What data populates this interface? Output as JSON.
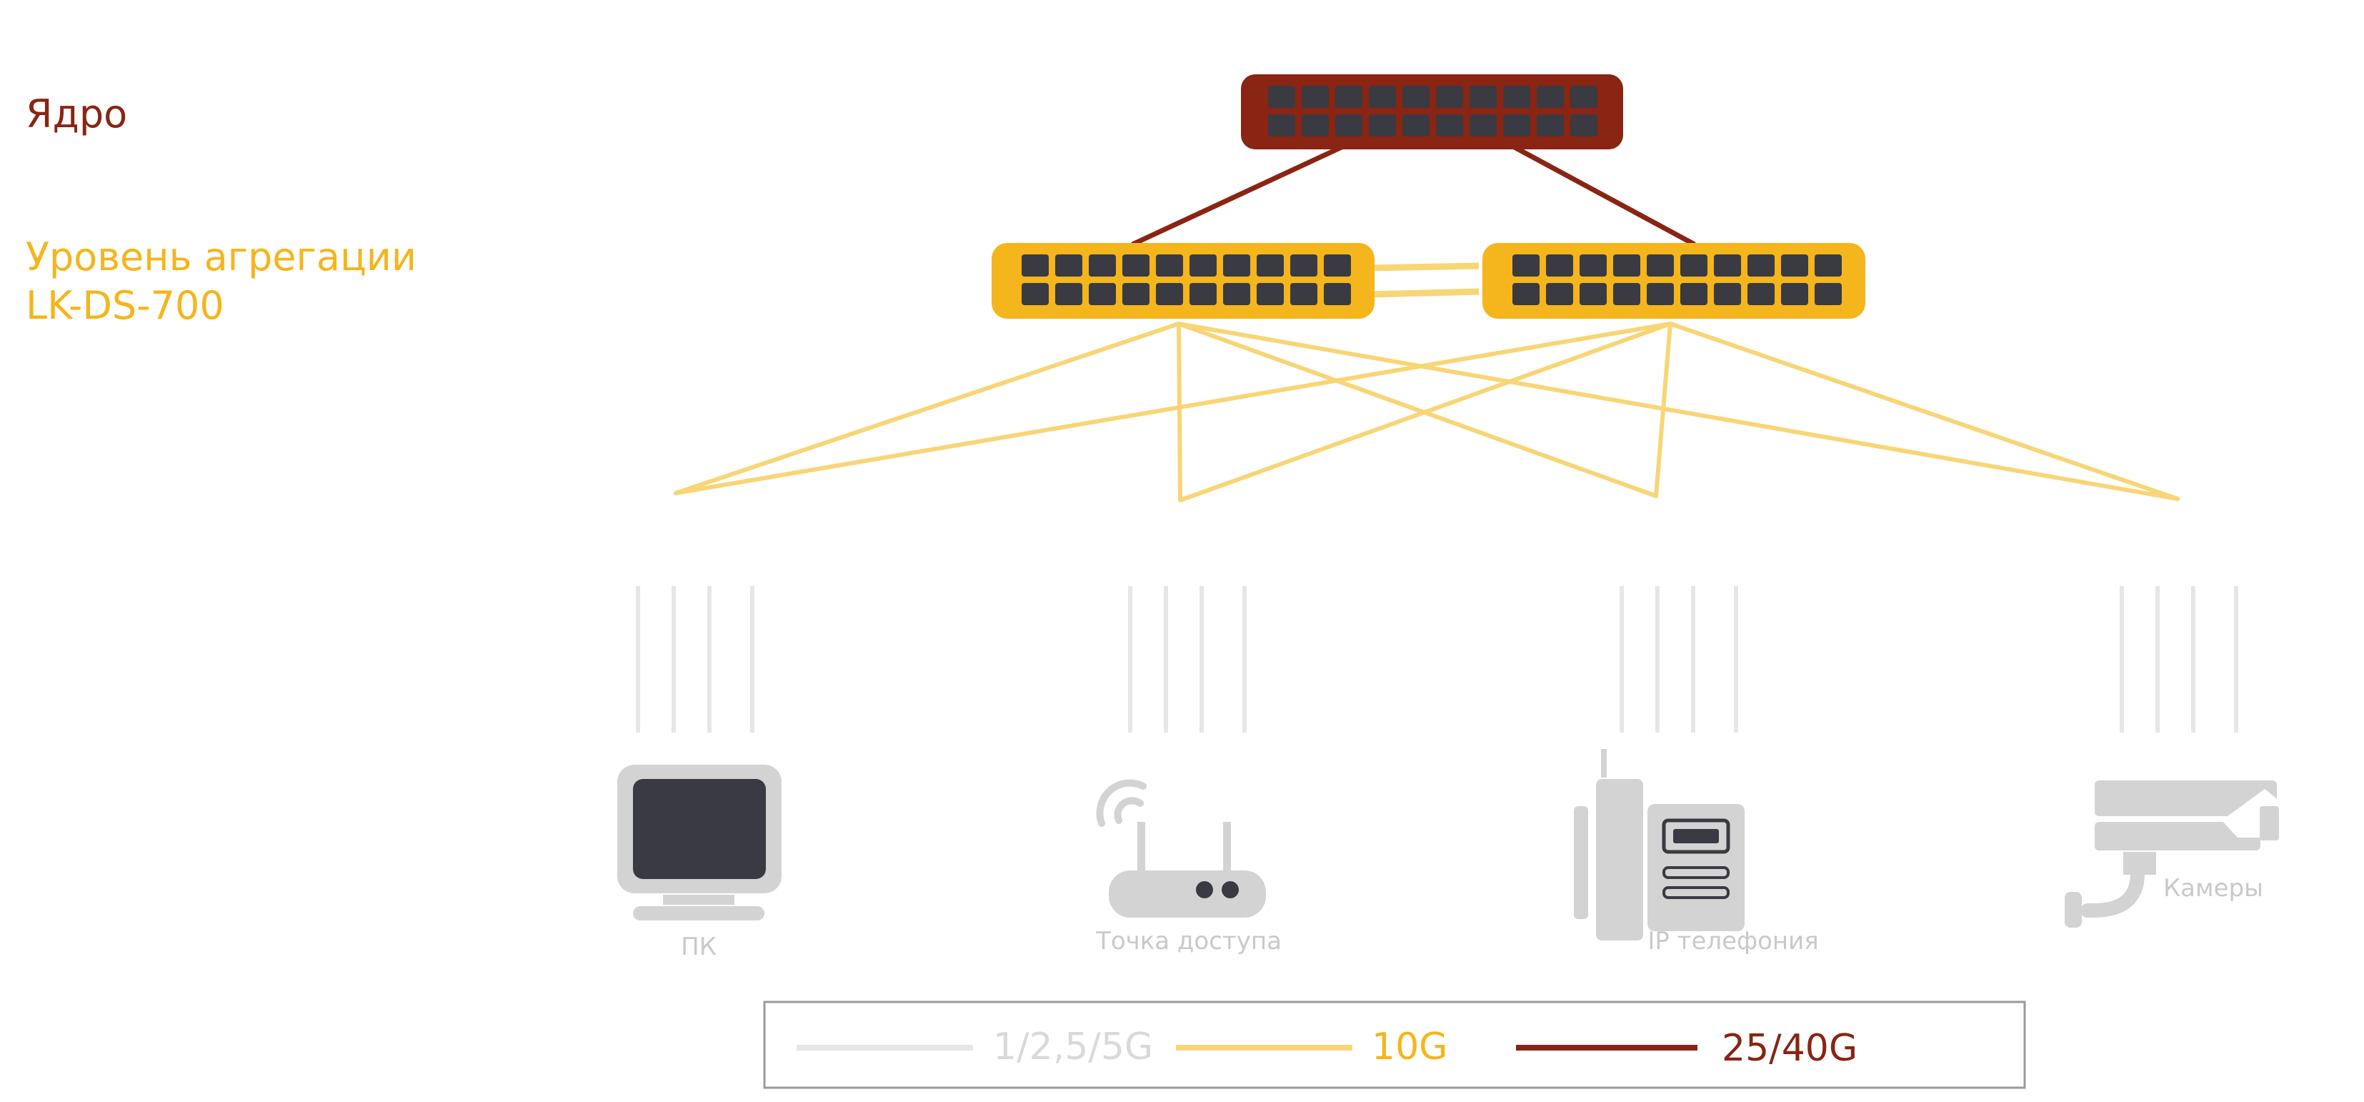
{
  "labels": {
    "core": "Ядро",
    "aggregation_line1": "Уровень агрегации",
    "aggregation_line2": "LK-DS-700"
  },
  "devices": {
    "pc": "ПК",
    "access_point": "Точка доступа",
    "ip_phone": "IP телефония",
    "cameras": "Камеры"
  },
  "legend": {
    "access_speed": "1/2,5/5G",
    "aggregation_speed": "10G",
    "core_speed": "25/40G"
  },
  "colors": {
    "core": "#8a2413",
    "aggregation": "#f5b51c",
    "aggregation_link": "#f8d576",
    "access_link": "#e6e6e6",
    "port": "#3a3a42",
    "device": "#d3d3d3",
    "legend_border": "#9a9a9a"
  }
}
